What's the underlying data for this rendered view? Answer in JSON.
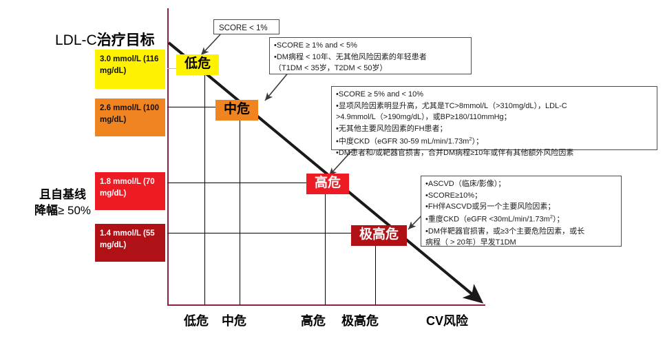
{
  "title": {
    "latin": "LDL-C",
    "cjk": "治疗目标"
  },
  "left_axis": {
    "line1": "且自基线",
    "line2_cjk": "降幅",
    "line2_rest": "≥ 50%"
  },
  "ldl_targets": [
    {
      "id": "ldl-3-0",
      "text": "3.0 mmol/L (116 mg/dL)",
      "color": "#FFF200"
    },
    {
      "id": "ldl-2-6",
      "text": "2.6 mmol/L (100 mg/dL)",
      "color": "#F08421"
    },
    {
      "id": "ldl-1-8",
      "text": "1.8 mmol/L (70 mg/dL)",
      "color": "#ED1C24"
    },
    {
      "id": "ldl-1-4",
      "text": "1.4 mmol/L (55 mg/dL)",
      "color": "#B01116"
    }
  ],
  "risk_pills": [
    {
      "id": "low",
      "label": "低危",
      "color": "#FFF200"
    },
    {
      "id": "mod",
      "label": "中危",
      "color": "#F08421"
    },
    {
      "id": "high",
      "label": "高危",
      "color": "#ED1C24"
    },
    {
      "id": "vhigh",
      "label": "极高危",
      "color": "#B01116"
    }
  ],
  "x_axis": {
    "ticks": [
      "低危",
      "中危",
      "高危",
      "极高危"
    ],
    "axis_title": "CV风险"
  },
  "callouts": {
    "low": {
      "lines": [
        "SCORE < 1%"
      ]
    },
    "moderate": {
      "lines": [
        "•SCORE ≥ 1% and < 5%",
        "•DM病程 < 10年、无其他风险因素的年轻患者",
        "（T1DM < 35岁，T2DM < 50岁）"
      ]
    },
    "high": {
      "lines": [
        "•SCORE ≥ 5% and < 10%",
        "•显项风险因素明显升高，尤其是TC>8mmol/L（>310mg/dL），LDL-C",
        ">4.9mmol/L（>190mg/dL），或BP≥180/110mmHg；",
        "•无其他主要风险因素的FH患者；",
        "•中度CKD（eGFR 30-59 mL/min/1.73m2）；",
        "•DM患者和/或靶器官损害，合并DM病程≥10年或伴有其他额外风险因素"
      ]
    },
    "very_high": {
      "lines": [
        "•ASCVD（临床/影像）；",
        "•SCORE≥10%；",
        "•FH伴ASCVD或另一个主要风险因素；",
        "•重度CKD（eGFR <30mL/min/1.73m2）；",
        "•DM伴靶器官损害，或≥3个主要危险因素，或长",
        "病程（ > 20年）早发T1DM"
      ]
    }
  },
  "colors": {
    "axis": "#8C2040",
    "grid": "#000000",
    "diagonal": "#1a1a1a",
    "callout_border": "#4a4a4a"
  }
}
